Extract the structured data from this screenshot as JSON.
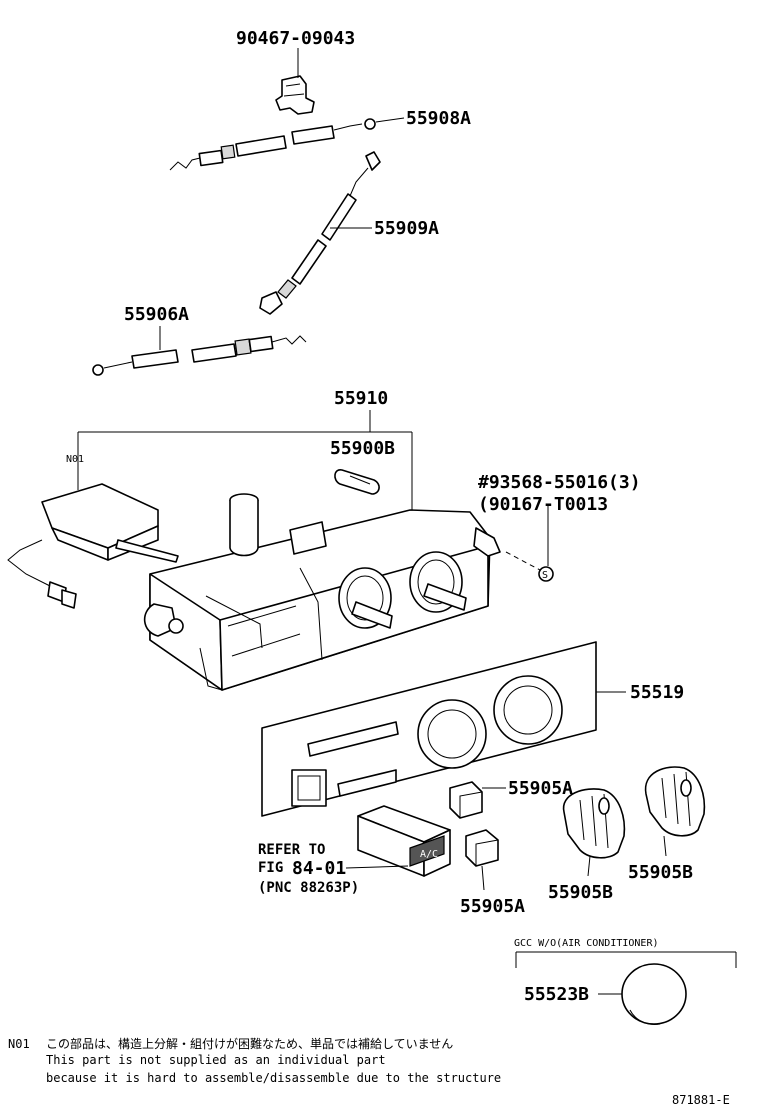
{
  "labels": {
    "clip": "90467-09043",
    "cable_a": "55908A",
    "cable_b": "55909A",
    "cable_c": "55906A",
    "control_assy": "55910",
    "bulb": "55900B",
    "screw": "#93568-55016(3)",
    "screw_alt": "(90167-T0013",
    "screw_symbol": "S",
    "panel": "55519",
    "knob_a_upper": "55905A",
    "knob_a_lower": "55905A",
    "knob_b_left": "55905B",
    "knob_b_right": "55905B",
    "hole_cover": "55523B",
    "n01_tag": "N01"
  },
  "refer": {
    "line1": "REFER TO",
    "line2_prefix": "FIG",
    "line2_fig": "84-01",
    "line3": "(PNC 88263P)"
  },
  "switch_text": "A/C",
  "variant": {
    "label": "GCC W/O(AIR CONDITIONER)"
  },
  "note": {
    "code": "N01",
    "jp": "この部品は、構造上分解・組付けが困難なため、単品では補給していません",
    "en1": "This part is not supplied as an individual part",
    "en2": "because it is hard to assemble/disassemble due to the structure"
  },
  "figure_id": "871881-E"
}
